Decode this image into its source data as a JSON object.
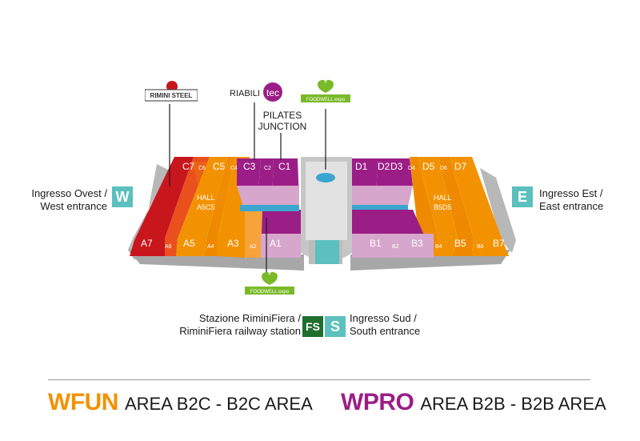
{
  "entrances": {
    "west": {
      "label_it": "Ingresso Ovest /",
      "label_en": "West entrance",
      "badge": "W"
    },
    "east": {
      "label_it": "Ingresso Est /",
      "label_en": "East entrance",
      "badge": "E"
    },
    "south": {
      "label_it": "Ingresso Sud /",
      "label_en": "South entrance",
      "badge": "S"
    },
    "station": {
      "label_it": "Stazione RiminiFiera /",
      "label_en": "RiminiFiera railway station",
      "badge": "FS"
    }
  },
  "top_labels": {
    "pilates_line1": "PILATES",
    "pilates_line2": "JUNCTION"
  },
  "logos": {
    "riministeel": "RIMINI STEEL",
    "riabilitec_a": "RIABILI",
    "riabilitec_b": "tec",
    "foodwell": "FOODWELL expo"
  },
  "halls": {
    "A7": "A7",
    "A6": "A6",
    "A5": "A5",
    "A4": "A4",
    "A3": "A3",
    "A2": "A2",
    "A1": "A1",
    "C7": "C7",
    "C6": "C6",
    "C5": "C5",
    "C4": "C4",
    "C3": "C3",
    "C2": "C2",
    "C1": "C1",
    "B1": "B1",
    "B2": "B2",
    "B3": "B3",
    "B4": "B4",
    "B5": "B5",
    "B6": "B6",
    "B7": "B7",
    "D1": "D1",
    "D2": "D2",
    "D3": "D3",
    "D4": "D4",
    "D5": "D5",
    "D6": "D6",
    "D7": "D7",
    "hall_west_1": "HALL",
    "hall_west_2": "A5C5",
    "hall_east_1": "HALL",
    "hall_east_2": "B5D5"
  },
  "legend": {
    "wfun_brand": "WFUN",
    "wfun_area": "AREA B2C - B2C AREA",
    "wpro_brand": "WPRO",
    "wpro_area": "AREA B2B - B2B AREA"
  },
  "colors": {
    "orange": "#F39200",
    "magenta": "#9B1E87",
    "lilac": "#D7A6CC",
    "red": "#C8161D",
    "teal": "#5BC0BE",
    "green": "#1E6E2D",
    "foodwell_green": "#7AB929",
    "gray": "#B8B8B8"
  }
}
